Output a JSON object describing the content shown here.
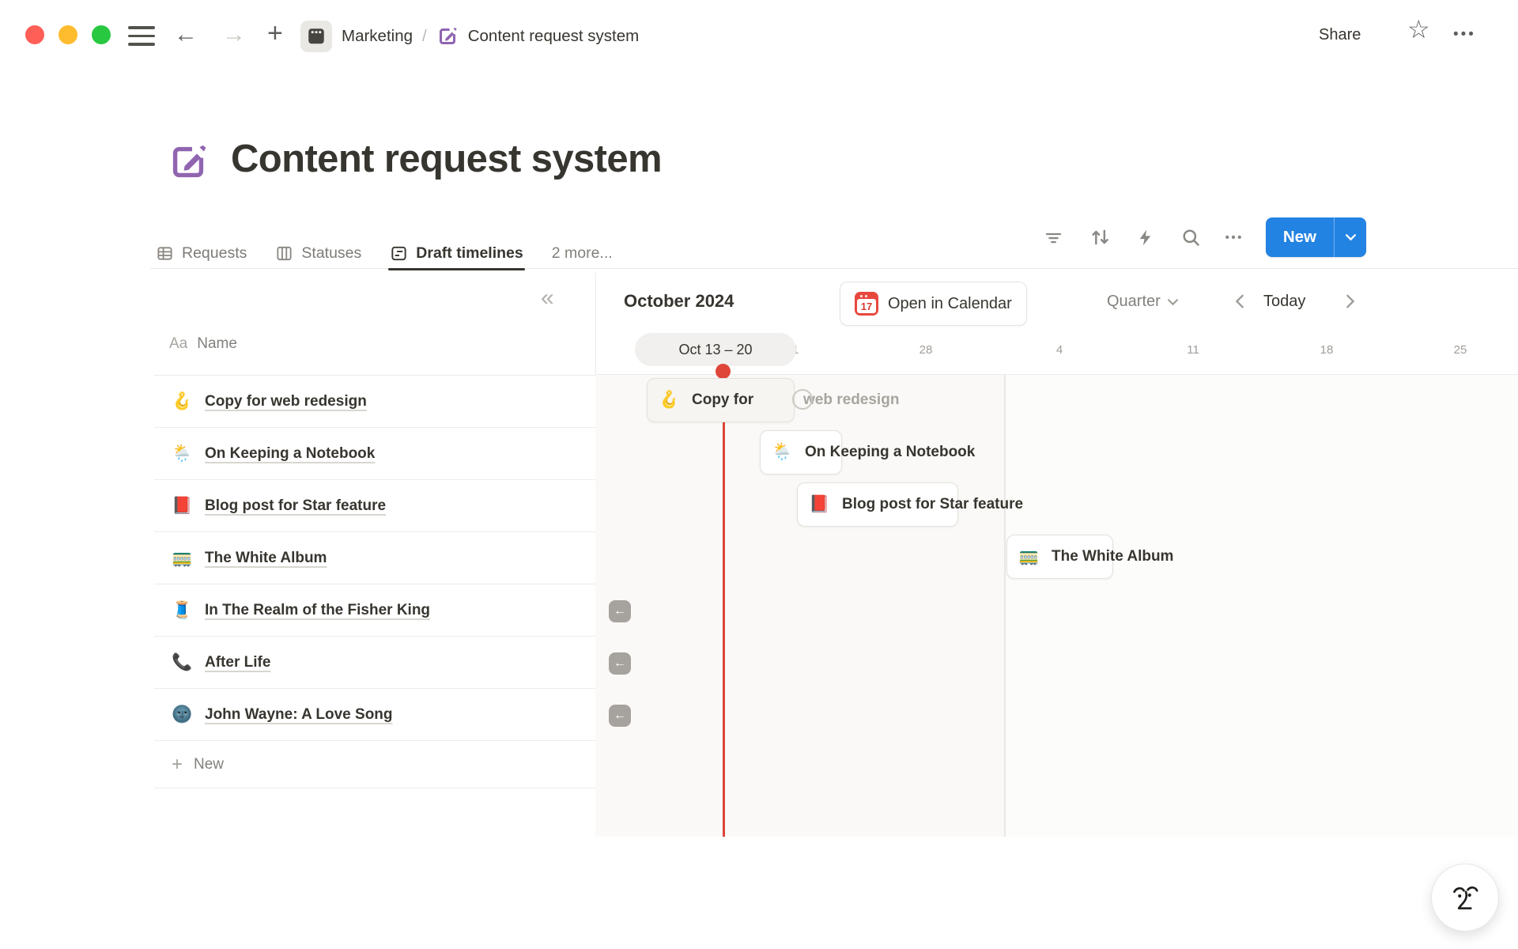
{
  "colors": {
    "accent_blue": "#2383e2",
    "today_red": "#df4538",
    "brand_purple": "#9065b0"
  },
  "breadcrumb": {
    "workspace": "Marketing",
    "separator": "/",
    "page": "Content request system"
  },
  "topbar": {
    "share_label": "Share",
    "more_glyph": "•••",
    "star_glyph": "☆"
  },
  "page": {
    "title": "Content request system"
  },
  "tabs": {
    "items": [
      {
        "label": "Requests"
      },
      {
        "label": "Statuses"
      },
      {
        "label": "Draft timelines"
      }
    ],
    "more_label": "2 more..."
  },
  "toolbar": {
    "new_label": "New"
  },
  "table": {
    "type_glyph": "Aa",
    "header": "Name",
    "new_label": "New",
    "collapse_glyph": "«",
    "rows": [
      {
        "icon": "🪝",
        "title": "Copy for web redesign"
      },
      {
        "icon": "🌦️",
        "title": "On Keeping a Notebook"
      },
      {
        "icon": "📕",
        "title": "Blog post for Star feature"
      },
      {
        "icon": "🚃",
        "title": "The White Album"
      },
      {
        "icon": "🧵",
        "title": "In The Realm of the Fisher King"
      },
      {
        "icon": "📞",
        "title": "After Life"
      },
      {
        "icon": "🌚",
        "title": "John Wayne: A Love Song"
      }
    ]
  },
  "timeline": {
    "month_label": "October 2024",
    "calendar_button": {
      "day": "17",
      "label": "Open in Calendar"
    },
    "zoom_select_value": "Quarter",
    "today_label": "Today",
    "range_pill": "Oct 13 – 20",
    "week_labels": [
      "21",
      "28",
      "4",
      "11",
      "18",
      "25"
    ],
    "bars": [
      {
        "icon": "🪝",
        "label_inside": "Copy for",
        "label_overflow": "web redesign"
      },
      {
        "icon": "🌦️",
        "label": "On Keeping a Notebook"
      },
      {
        "icon": "📕",
        "label": "Blog post for Star feature"
      },
      {
        "icon": "🚃",
        "label": "The White Album"
      }
    ],
    "past_items_count": 3
  }
}
